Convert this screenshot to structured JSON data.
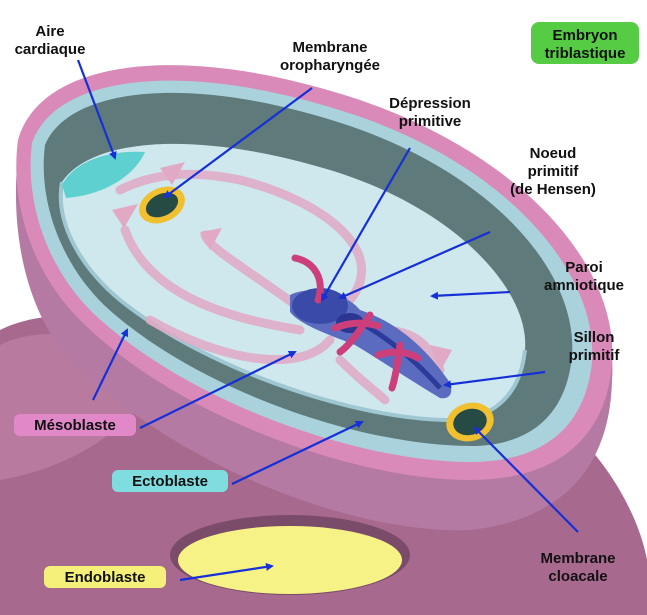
{
  "title": "Embryon triblastique",
  "title_lines": [
    "Embryon",
    "triblastique"
  ],
  "labels": {
    "aire_cardiaque": [
      "Aire",
      "cardiaque"
    ],
    "membrane_oropharyngee": [
      "Membrane",
      "oropharyngée"
    ],
    "depression_primitive": [
      "Dépression",
      "primitive"
    ],
    "noeud_primitif": [
      "Noeud",
      "primitif",
      "(de Hensen)"
    ],
    "paroi_amniotique": [
      "Paroi",
      "amniotique"
    ],
    "sillon_primitif": [
      "Sillon",
      "primitif"
    ],
    "membrane_cloacale": [
      "Membrane",
      "cloacale"
    ],
    "mesoblaste": "Mésoblaste",
    "ectoblaste": "Ectoblaste",
    "endoblaste": "Endoblaste"
  },
  "colors": {
    "title_badge": "#55cc44",
    "mesoblaste_badge": "#e088c8",
    "ectoblaste_badge": "#7fdde0",
    "endoblaste_badge": "#f4f07a",
    "arrow": "#1630d8"
  }
}
